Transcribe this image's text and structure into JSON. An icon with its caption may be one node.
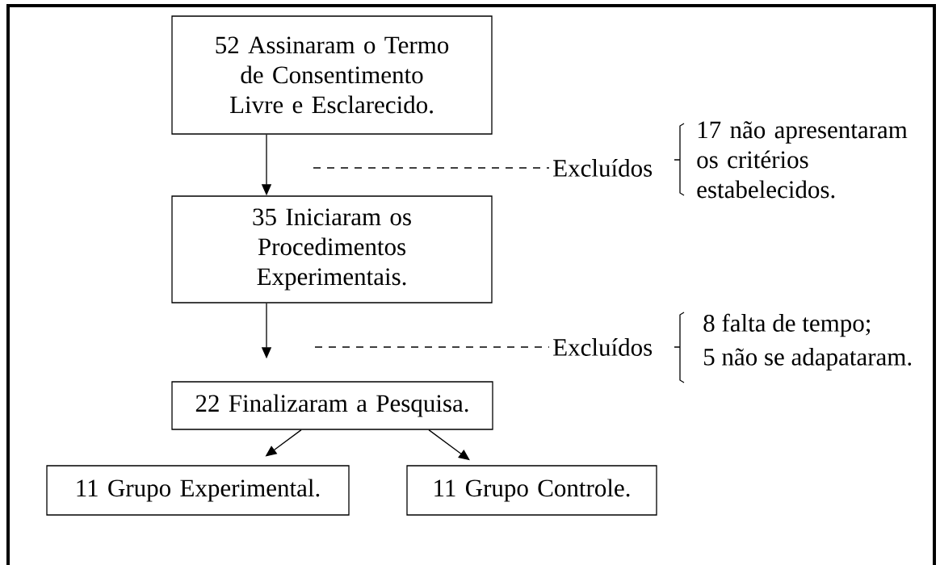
{
  "diagram": {
    "nodes": [
      {
        "text": [
          "52 Assinaram o Termo de Consentimento Livre e Esclarecido."
        ]
      },
      {
        "text": [
          "35 Iniciaram os Procedimentos Experimentais."
        ]
      },
      {
        "text": [
          "22 Finalizaram a Pesquisa."
        ]
      },
      {
        "text": [
          "11 Grupo Experimental."
        ]
      },
      {
        "text": [
          "11 Grupo Controle."
        ]
      },
      {
        "text": [
          "Excluídos"
        ],
        "beside": [
          "17 não apresentaram os critérios estabelecidos."
        ]
      },
      {
        "text": [
          "Excluídos"
        ],
        "beside": [
          "8 falta de tempo;",
          "5 não se adapataram."
        ]
      }
    ],
    "edges": [
      {
        "from": 0,
        "to": 1,
        "arrow": "to"
      },
      {
        "from": 1,
        "to": 2,
        "arrow": "to"
      },
      {
        "from": 2,
        "to": 3,
        "arrow": "to"
      },
      {
        "from": 2,
        "to": 4,
        "arrow": "to"
      },
      {
        "from": null,
        "to": 5,
        "arrow": "none",
        "style": "dashed"
      },
      {
        "from": null,
        "to": 6,
        "arrow": "none",
        "style": "dashed"
      }
    ]
  }
}
